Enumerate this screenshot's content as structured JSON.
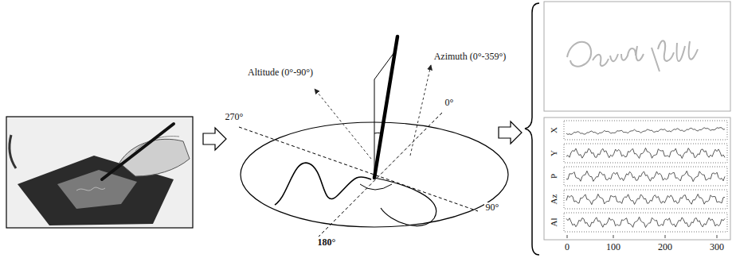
{
  "diagram": {
    "labels": [
      "Altitude (0°-90°)",
      "Azimuth (0°-359°)",
      "0°",
      "270°",
      "90°",
      "180°",
      "X",
      "Y",
      "P",
      "Az",
      "Al",
      "0",
      "100",
      "200",
      "300"
    ]
  }
}
